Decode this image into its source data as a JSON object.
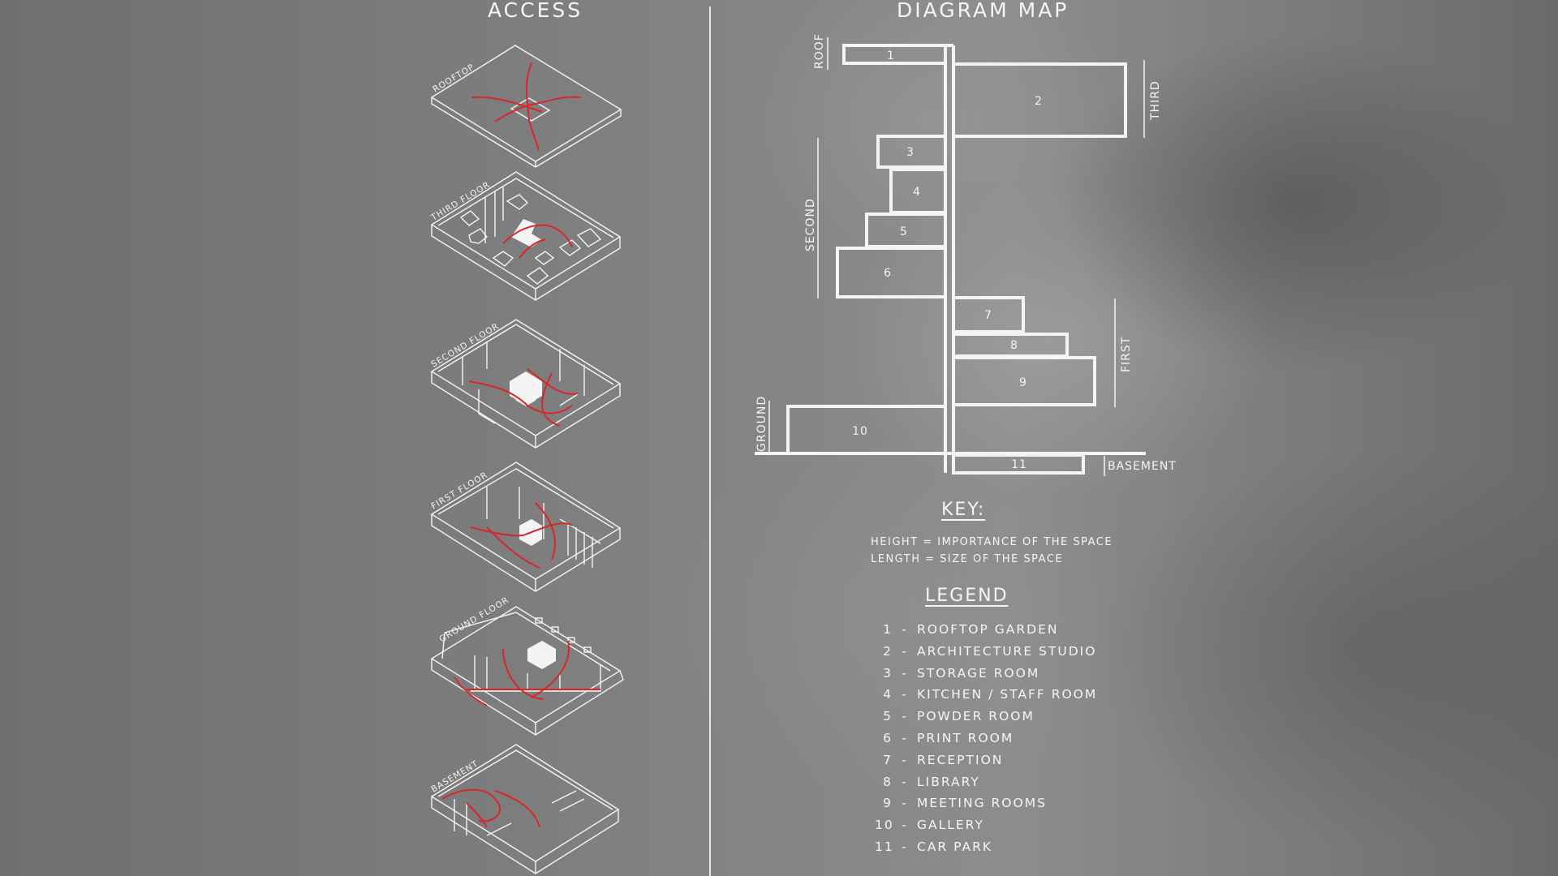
{
  "headings": {
    "access": "ACCESS",
    "diagram_map": "DIAGRAM MAP"
  },
  "iso_floors": [
    "ROOFTOP",
    "THIRD FLOOR",
    "SECOND FLOOR",
    "FIRST FLOOR",
    "GROUND FLOOR",
    "BASEMENT"
  ],
  "levels": {
    "roof": "ROOF",
    "third": "THIRD",
    "second": "SECOND",
    "first": "FIRST",
    "ground": "GROUND",
    "basement": "BASEMENT"
  },
  "blocks": [
    "1",
    "2",
    "3",
    "4",
    "5",
    "6",
    "7",
    "8",
    "9",
    "10",
    "11"
  ],
  "key": {
    "title": "KEY:",
    "lines": [
      "HEIGHT = IMPORTANCE OF THE SPACE",
      "LENGTH = SIZE OF THE SPACE"
    ]
  },
  "legend": {
    "title": "LEGEND",
    "items": [
      {
        "num": "1",
        "name": "ROOFTOP GARDEN"
      },
      {
        "num": "2",
        "name": "ARCHITECTURE STUDIO"
      },
      {
        "num": "3",
        "name": "STORAGE ROOM"
      },
      {
        "num": "4",
        "name": "KITCHEN / STAFF ROOM"
      },
      {
        "num": "5",
        "name": "POWDER ROOM"
      },
      {
        "num": "6",
        "name": "PRINT ROOM"
      },
      {
        "num": "7",
        "name": "RECEPTION"
      },
      {
        "num": "8",
        "name": "LIBRARY"
      },
      {
        "num": "9",
        "name": "MEETING ROOMS"
      },
      {
        "num": "10",
        "name": "GALLERY"
      },
      {
        "num": "11",
        "name": "CAR PARK"
      }
    ]
  },
  "colors": {
    "line": "#f4f4f4",
    "access_route": "#d8262a",
    "background": "#7f7f7f"
  }
}
